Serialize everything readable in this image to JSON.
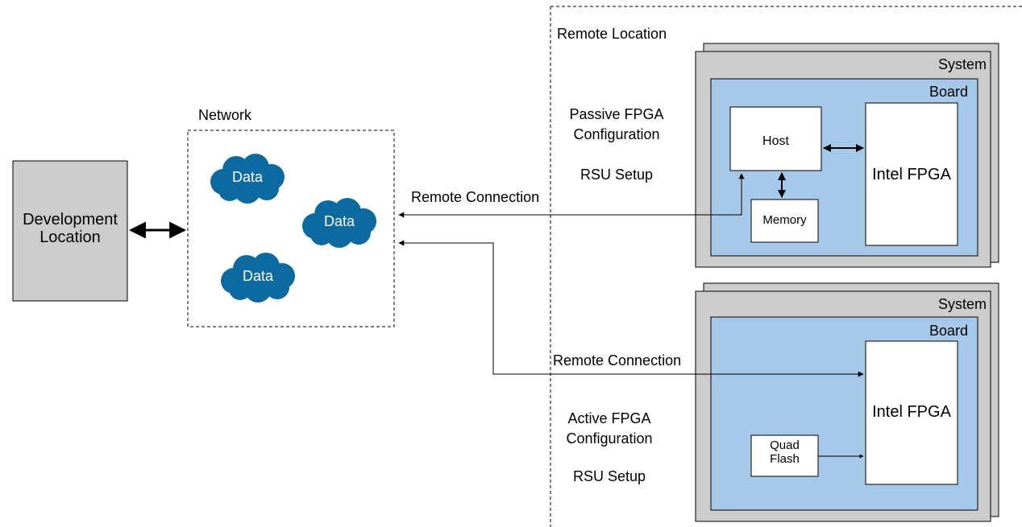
{
  "development": {
    "label": "Development\nLocation"
  },
  "network": {
    "label": "Network",
    "clouds": [
      "Data",
      "Data",
      "Data"
    ]
  },
  "remote": {
    "label": "Remote Location",
    "passive": {
      "config": "Passive FPGA\nConfiguration",
      "rsu": "RSU Setup",
      "connection": "Remote Connection",
      "system": "System",
      "board": "Board",
      "host": "Host",
      "memory": "Memory",
      "fpga": "Intel FPGA"
    },
    "active": {
      "config": "Active FPGA\nConfiguration",
      "rsu": "RSU Setup",
      "connection": "Remote Connection",
      "system": "System",
      "board": "Board",
      "flash": "Quad\nFlash",
      "fpga": "Intel FPGA"
    }
  },
  "colors": {
    "gray_box": "#cccccc",
    "board_blue": "#a6c9ea",
    "cloud_blue": "#0d6aa0"
  }
}
